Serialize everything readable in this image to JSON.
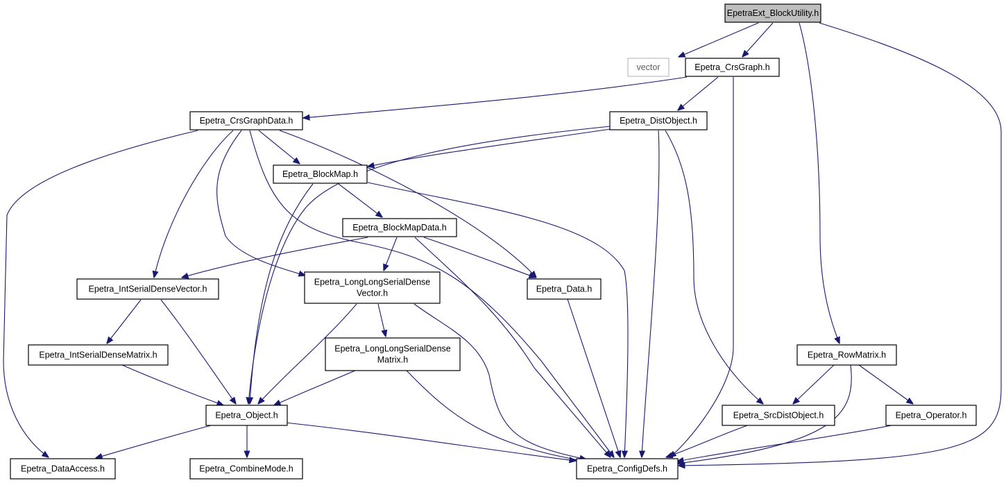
{
  "graph": {
    "colors": {
      "edge": "#191970",
      "node_border": "#000000",
      "root_fill": "#bfbfbf",
      "external_border": "#bfbfbf",
      "external_text": "#606060"
    },
    "nodes": [
      {
        "id": "root",
        "lines": [
          "EpetraExt_BlockUtility.h"
        ],
        "kind": "root"
      },
      {
        "id": "vector",
        "lines": [
          "vector"
        ],
        "kind": "external"
      },
      {
        "id": "crsg",
        "lines": [
          "Epetra_CrsGraph.h"
        ]
      },
      {
        "id": "crsgd",
        "lines": [
          "Epetra_CrsGraphData.h"
        ]
      },
      {
        "id": "dist",
        "lines": [
          "Epetra_DistObject.h"
        ]
      },
      {
        "id": "bmap",
        "lines": [
          "Epetra_BlockMap.h"
        ]
      },
      {
        "id": "bmapd",
        "lines": [
          "Epetra_BlockMapData.h"
        ]
      },
      {
        "id": "isdv",
        "lines": [
          "Epetra_IntSerialDenseVector.h"
        ]
      },
      {
        "id": "llsdv",
        "lines": [
          "Epetra_LongLongSerialDense",
          "Vector.h"
        ]
      },
      {
        "id": "data",
        "lines": [
          "Epetra_Data.h"
        ]
      },
      {
        "id": "isdm",
        "lines": [
          "Epetra_IntSerialDenseMatrix.h"
        ]
      },
      {
        "id": "llsdm",
        "lines": [
          "Epetra_LongLongSerialDense",
          "Matrix.h"
        ]
      },
      {
        "id": "rowm",
        "lines": [
          "Epetra_RowMatrix.h"
        ]
      },
      {
        "id": "obj",
        "lines": [
          "Epetra_Object.h"
        ]
      },
      {
        "id": "src",
        "lines": [
          "Epetra_SrcDistObject.h"
        ]
      },
      {
        "id": "oper",
        "lines": [
          "Epetra_Operator.h"
        ]
      },
      {
        "id": "dacc",
        "lines": [
          "Epetra_DataAccess.h"
        ]
      },
      {
        "id": "comb",
        "lines": [
          "Epetra_CombineMode.h"
        ]
      },
      {
        "id": "conf",
        "lines": [
          "Epetra_ConfigDefs.h"
        ]
      }
    ],
    "edges": [
      [
        "root",
        "vector"
      ],
      [
        "root",
        "crsg"
      ],
      [
        "root",
        "rowm"
      ],
      [
        "root",
        "conf"
      ],
      [
        "crsg",
        "crsgd"
      ],
      [
        "crsg",
        "dist"
      ],
      [
        "crsg",
        "conf"
      ],
      [
        "crsgd",
        "bmap"
      ],
      [
        "crsgd",
        "isdv"
      ],
      [
        "crsgd",
        "llsdv"
      ],
      [
        "crsgd",
        "data"
      ],
      [
        "crsgd",
        "dacc"
      ],
      [
        "crsgd",
        "conf"
      ],
      [
        "dist",
        "bmap"
      ],
      [
        "dist",
        "obj"
      ],
      [
        "dist",
        "conf"
      ],
      [
        "dist",
        "src"
      ],
      [
        "bmap",
        "bmapd"
      ],
      [
        "bmap",
        "obj"
      ],
      [
        "bmap",
        "conf"
      ],
      [
        "bmapd",
        "isdv"
      ],
      [
        "bmapd",
        "llsdv"
      ],
      [
        "bmapd",
        "data"
      ],
      [
        "bmapd",
        "conf"
      ],
      [
        "isdv",
        "isdm"
      ],
      [
        "isdv",
        "obj"
      ],
      [
        "llsdv",
        "llsdm"
      ],
      [
        "llsdv",
        "obj"
      ],
      [
        "llsdv",
        "conf"
      ],
      [
        "data",
        "conf"
      ],
      [
        "isdm",
        "obj"
      ],
      [
        "llsdm",
        "obj"
      ],
      [
        "llsdm",
        "conf"
      ],
      [
        "rowm",
        "src"
      ],
      [
        "rowm",
        "oper"
      ],
      [
        "rowm",
        "conf"
      ],
      [
        "obj",
        "dacc"
      ],
      [
        "obj",
        "comb"
      ],
      [
        "obj",
        "conf"
      ],
      [
        "src",
        "conf"
      ],
      [
        "oper",
        "conf"
      ]
    ]
  }
}
